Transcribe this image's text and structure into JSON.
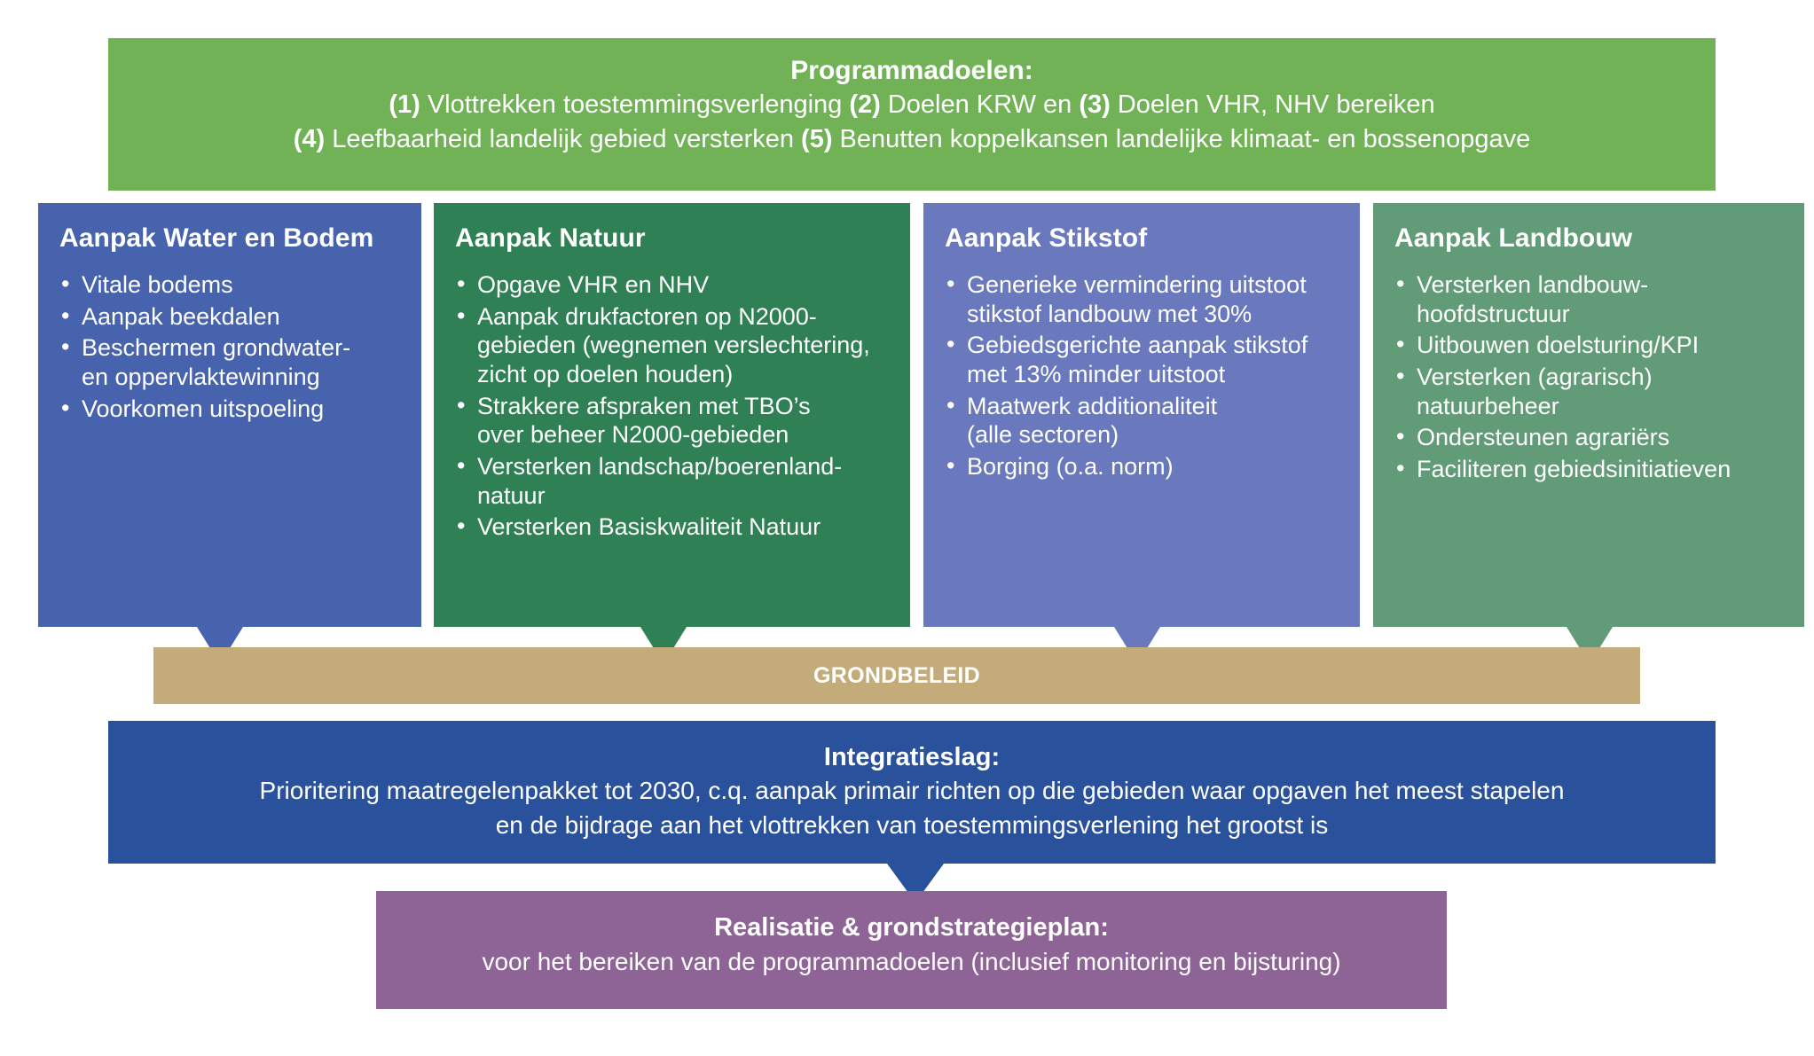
{
  "goals": {
    "title": "Programmadoelen:",
    "line1_parts": [
      {
        "b": "(1)",
        "t": " Vlottrekken toestemmingsverlenging "
      },
      {
        "b": "(2)",
        "t": " Doelen KRW en "
      },
      {
        "b": "(3)",
        "t": " Doelen VHR, NHV bereiken"
      }
    ],
    "line2_parts": [
      {
        "b": "(4)",
        "t": " Leefbaarheid landelijk gebied versterken "
      },
      {
        "b": "(5)",
        "t": " Benutten koppelkansen landelijke klimaat- en bossenopgave"
      }
    ]
  },
  "pillars": [
    {
      "id": "water",
      "title": "Aanpak Water en Bodem",
      "color": "#4763ad",
      "items": [
        [
          "Vitale bodems"
        ],
        [
          "Aanpak beekdalen"
        ],
        [
          "Beschermen grondwater-",
          "en oppervlaktewinning"
        ],
        [
          "Voorkomen uitspoeling"
        ]
      ]
    },
    {
      "id": "natuur",
      "title": "Aanpak Natuur",
      "color": "#2f8055",
      "items": [
        [
          "Opgave VHR en NHV"
        ],
        [
          "Aanpak drukfactoren op N2000-",
          "gebieden (wegnemen verslechtering,",
          "zicht op doelen houden)"
        ],
        [
          "Strakkere afspraken met TBO’s",
          "over beheer N2000-gebieden"
        ],
        [
          "Versterken landschap/boerenland-",
          "natuur"
        ],
        [
          "Versterken Basiskwaliteit Natuur"
        ]
      ]
    },
    {
      "id": "stikstof",
      "title": "Aanpak Stikstof",
      "color": "#6a79bd",
      "items": [
        [
          "Generieke vermindering uitstoot",
          "stikstof landbouw met 30%"
        ],
        [
          "Gebiedsgerichte aanpak stikstof",
          "met 13% minder uitstoot"
        ],
        [
          "Maatwerk additionaliteit",
          "(alle sectoren)"
        ],
        [
          "Borging (o.a. norm)"
        ]
      ]
    },
    {
      "id": "landbouw",
      "title": "Aanpak Landbouw",
      "color": "#629b78",
      "items": [
        [
          "Versterken landbouw-",
          "hoofdstructuur"
        ],
        [
          "Uitbouwen doelsturing/KPI"
        ],
        [
          "Versterken (agrarisch)",
          "natuurbeheer"
        ],
        [
          "Ondersteunen agrariërs"
        ],
        [
          "Faciliteren gebiedsinitiatieven"
        ]
      ]
    }
  ],
  "grondbeleid": {
    "label": "GRONDBELEID",
    "color": "#c3ac79"
  },
  "integratie": {
    "title": "Integratieslag:",
    "line1": "Prioritering maatregelenpakket tot 2030, c.q. aanpak primair richten op die gebieden waar opgaven het meest stapelen",
    "line2": "en de bijdrage aan het vlottrekken van toestemmingsverlening het grootst is",
    "color": "#2a529c"
  },
  "realisatie": {
    "title": "Realisatie & grondstrategieplan:",
    "line1": "voor het bereiken van de programmadoelen (inclusief monitoring en bijsturing)",
    "color": "#8e6497"
  }
}
